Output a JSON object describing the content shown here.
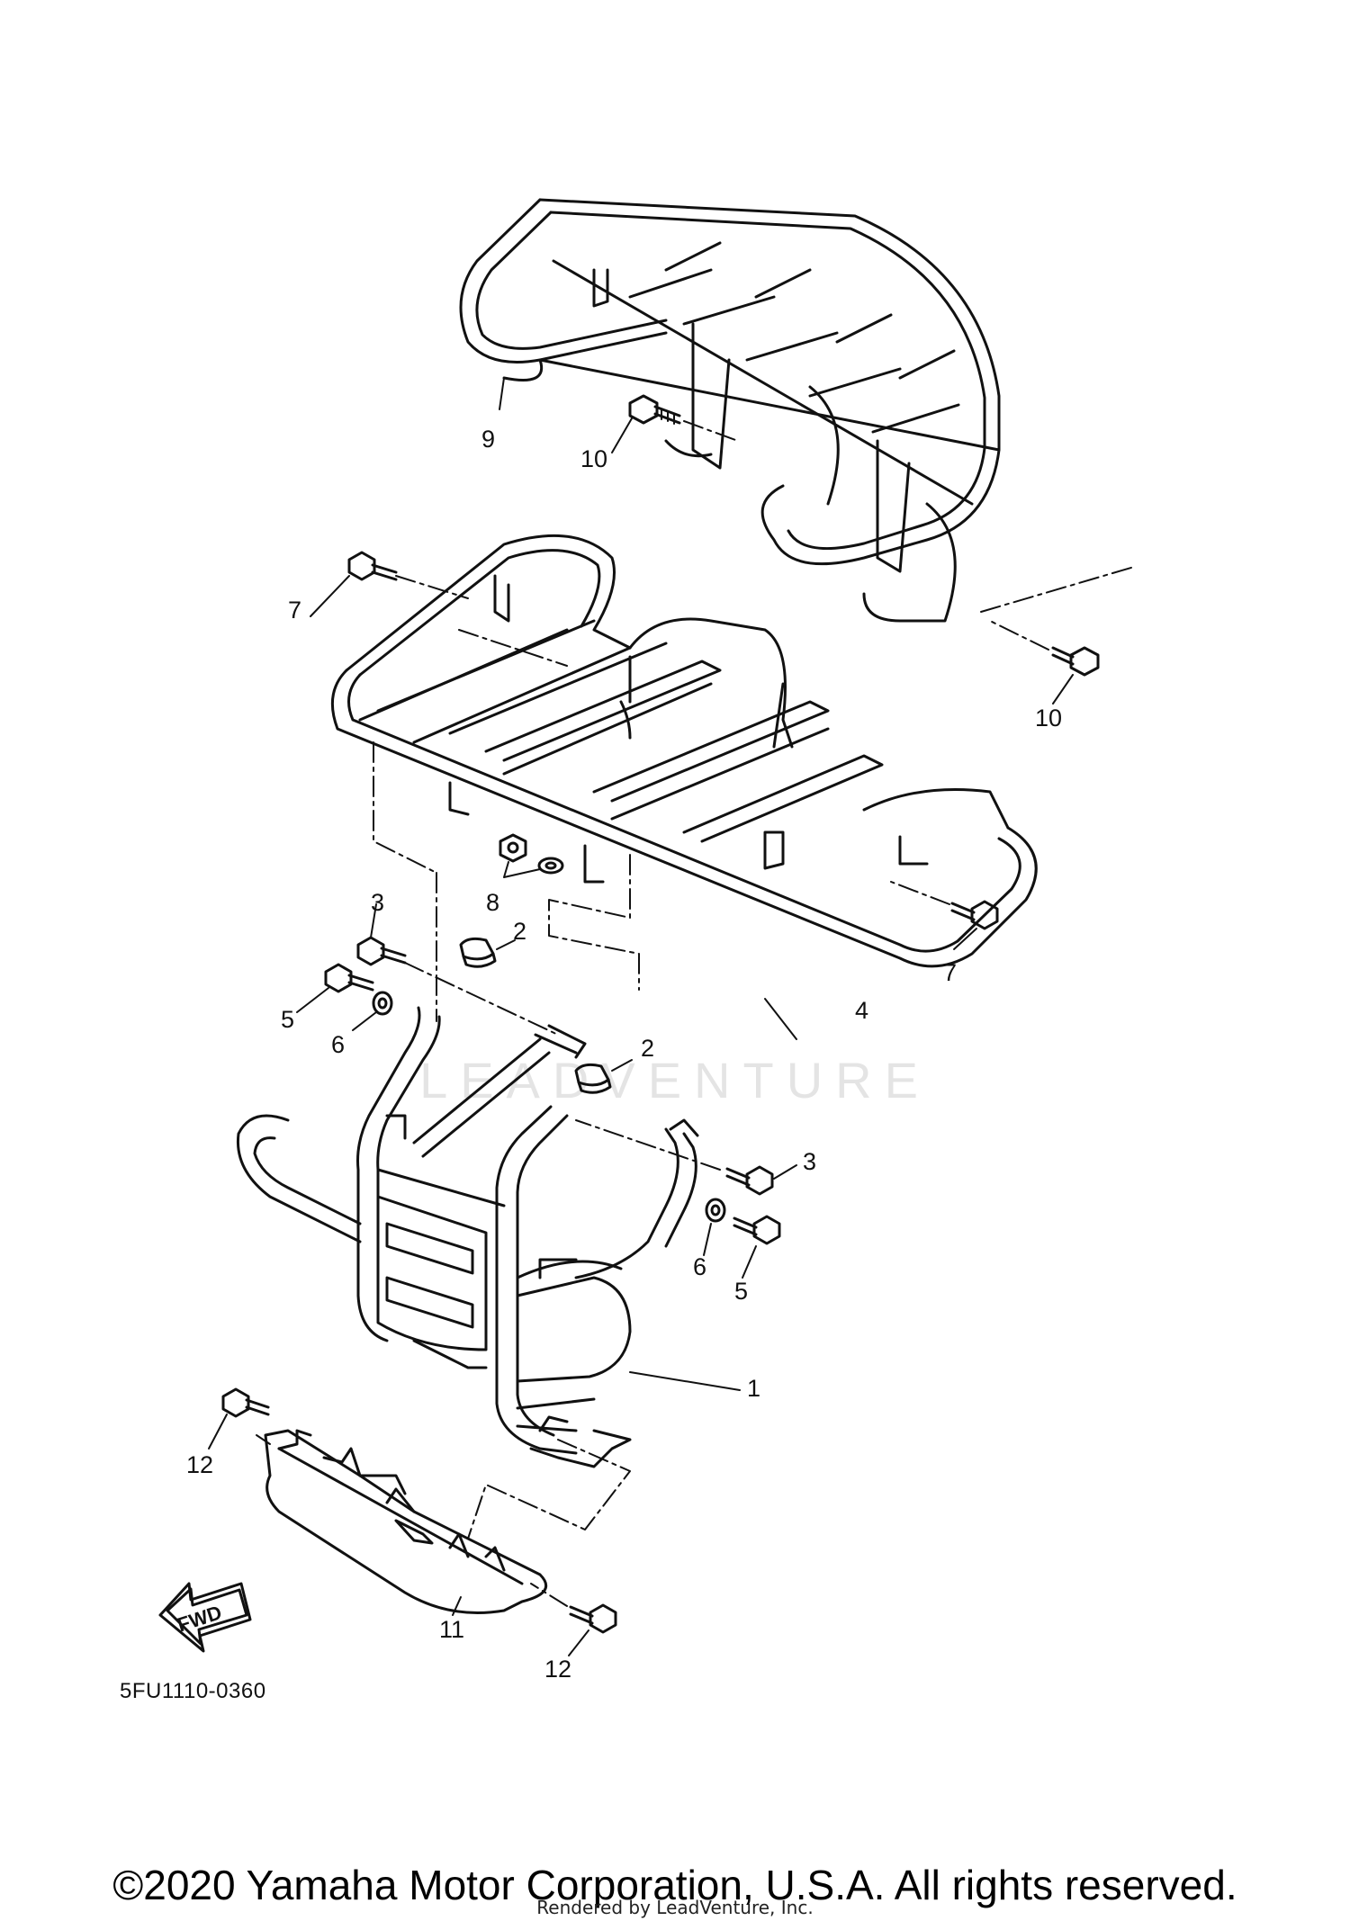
{
  "callouts": [
    {
      "id": "c9",
      "text": "9"
    },
    {
      "id": "c10a",
      "text": "10"
    },
    {
      "id": "c10b",
      "text": "10"
    },
    {
      "id": "c7a",
      "text": "7"
    },
    {
      "id": "c7b",
      "text": "7"
    },
    {
      "id": "c8",
      "text": "8"
    },
    {
      "id": "c4",
      "text": "4"
    },
    {
      "id": "c3a",
      "text": "3"
    },
    {
      "id": "c2a",
      "text": "2"
    },
    {
      "id": "c5a",
      "text": "5"
    },
    {
      "id": "c6a",
      "text": "6"
    },
    {
      "id": "c2b",
      "text": "2"
    },
    {
      "id": "c3b",
      "text": "3"
    },
    {
      "id": "c6b",
      "text": "6"
    },
    {
      "id": "c5b",
      "text": "5"
    },
    {
      "id": "c1",
      "text": "1"
    },
    {
      "id": "c12a",
      "text": "12"
    },
    {
      "id": "c11",
      "text": "11"
    },
    {
      "id": "c12b",
      "text": "12"
    }
  ],
  "fwd_label": "FWD",
  "diagram_code": "5FU1110-0360",
  "copyright": "©2020 Yamaha Motor Corporation, U.S.A. All rights reserved.",
  "rendered_by": "Rendered by LeadVenture, Inc.",
  "watermark": "LEADVENTURE",
  "colors": {
    "line": "#111111",
    "background": "#ffffff",
    "watermark": "#cfcfcf"
  }
}
